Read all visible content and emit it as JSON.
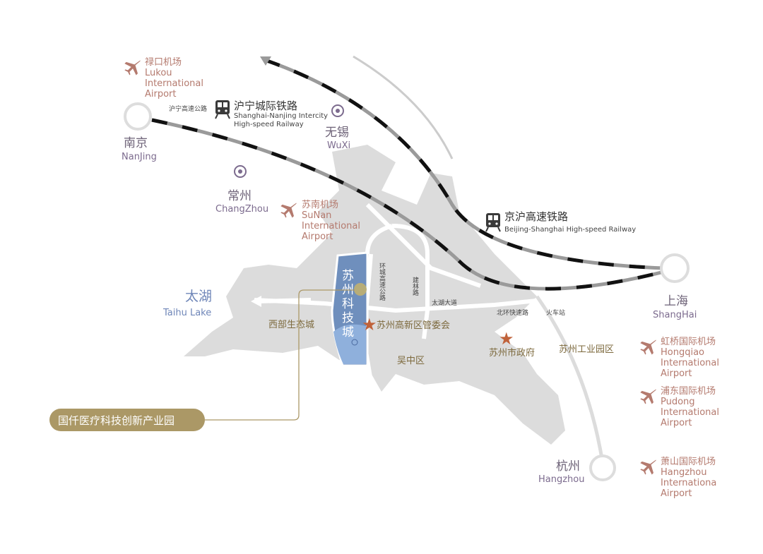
{
  "cities": {
    "nanjing": {
      "cn": "南京",
      "en": "NanJing"
    },
    "wuxi": {
      "cn": "无锡",
      "en": "WuXi"
    },
    "changzhou": {
      "cn": "常州",
      "en": "ChangZhou"
    },
    "shanghai": {
      "cn": "上海",
      "en": "ShangHai"
    },
    "hangzhou": {
      "cn": "杭州",
      "en": "Hangzhou"
    }
  },
  "airports": [
    {
      "cn": "禄口机场",
      "en1": "Lukou",
      "en2": "International",
      "en3": "Airport"
    },
    {
      "cn": "苏南机场",
      "en1": "SuNan",
      "en2": "International",
      "en3": "Airport"
    },
    {
      "cn": "虹桥国际机场",
      "en1": "Hongqiao",
      "en2": "International",
      "en3": "Airport"
    },
    {
      "cn": "浦东国际机场",
      "en1": "Pudong",
      "en2": "International",
      "en3": "Airport"
    },
    {
      "cn": "萧山国际机场",
      "en1": "Hangzhou",
      "en2": "Internationa",
      "en3": "Airport"
    }
  ],
  "railways": {
    "intercity": {
      "cn": "沪宁城际铁路",
      "en1": "Shanghai-Nanjing Intercity",
      "en2": "High-speed Railway"
    },
    "jinghu": {
      "cn": "京沪高速铁路",
      "en1": "Beijing-Shanghai High-speed Railway"
    }
  },
  "roads": {
    "hn_expressway": "沪宁高速公路",
    "ring": "环城高速公路",
    "jianlin": "建林路",
    "taihu_ave": "太湖大道",
    "north_ring": "北环快速路",
    "station": "火车站"
  },
  "lake": {
    "cn": "太湖",
    "en": "Taihu Lake"
  },
  "districts": {
    "west": "西部生态城",
    "gaoxin": "苏州高新区管委会",
    "wuzhong": "吴中区",
    "gov": "苏州市政府",
    "sip": "苏州工业园区"
  },
  "park": {
    "c1": "苏",
    "c2": "州",
    "c3": "科",
    "c4": "技",
    "c5": "城"
  },
  "callout": "国仟医疗科技创新产业园",
  "colors": {
    "land": "#dcdcdc",
    "park": "#6f8fbd",
    "star": "#c0623a",
    "callout": "#ab9866"
  }
}
